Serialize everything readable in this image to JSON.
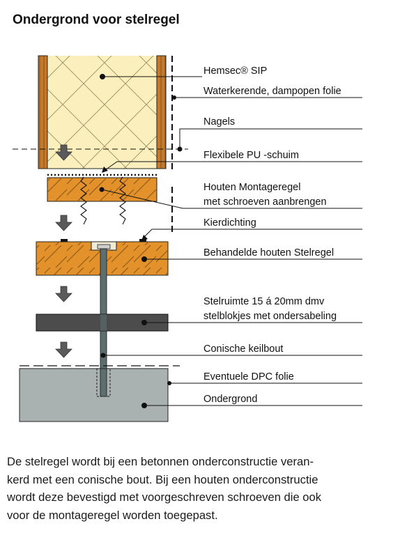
{
  "title": "Ondergrond voor stelregel",
  "labels": {
    "sip": "Hemsec® SIP",
    "folie": "Waterkerende, dampopen folie",
    "nagels": "Nagels",
    "pu": "Flexibele PU -schuim",
    "montage_1": "Houten Montageregel",
    "montage_2": "met schroeven aanbrengen",
    "kierdichting": "Kierdichting",
    "stelregel": "Behandelde houten Stelregel",
    "stelruimte_1": "Stelruimte 15 á 20mm dmv",
    "stelruimte_2": "stelblokjes met ondersabeling",
    "keilbout": "Conische keilbout",
    "dpc": "Eventuele DPC folie",
    "ondergrond": "Ondergrond"
  },
  "body_lines": [
    "De stelregel wordt bij een betonnen onderconstructie veran-",
    "kerd met een conische bout. Bij een houten onderconstructie",
    "wordt deze bevestigd met voorgeschreven schroeven die ook",
    "voor de montageregel worden toegepast."
  ],
  "colors": {
    "sip_fill": "#fbf0bd",
    "wood_fill": "#e3922b",
    "osb_fill": "#c47a2c",
    "block_fill": "#4c4c4c",
    "ground_fill": "#a9b1b1",
    "arrow_fill": "#5a5a5a"
  },
  "icons": [
    "arrow-down-icon",
    "screw-icon",
    "bolt-icon"
  ]
}
